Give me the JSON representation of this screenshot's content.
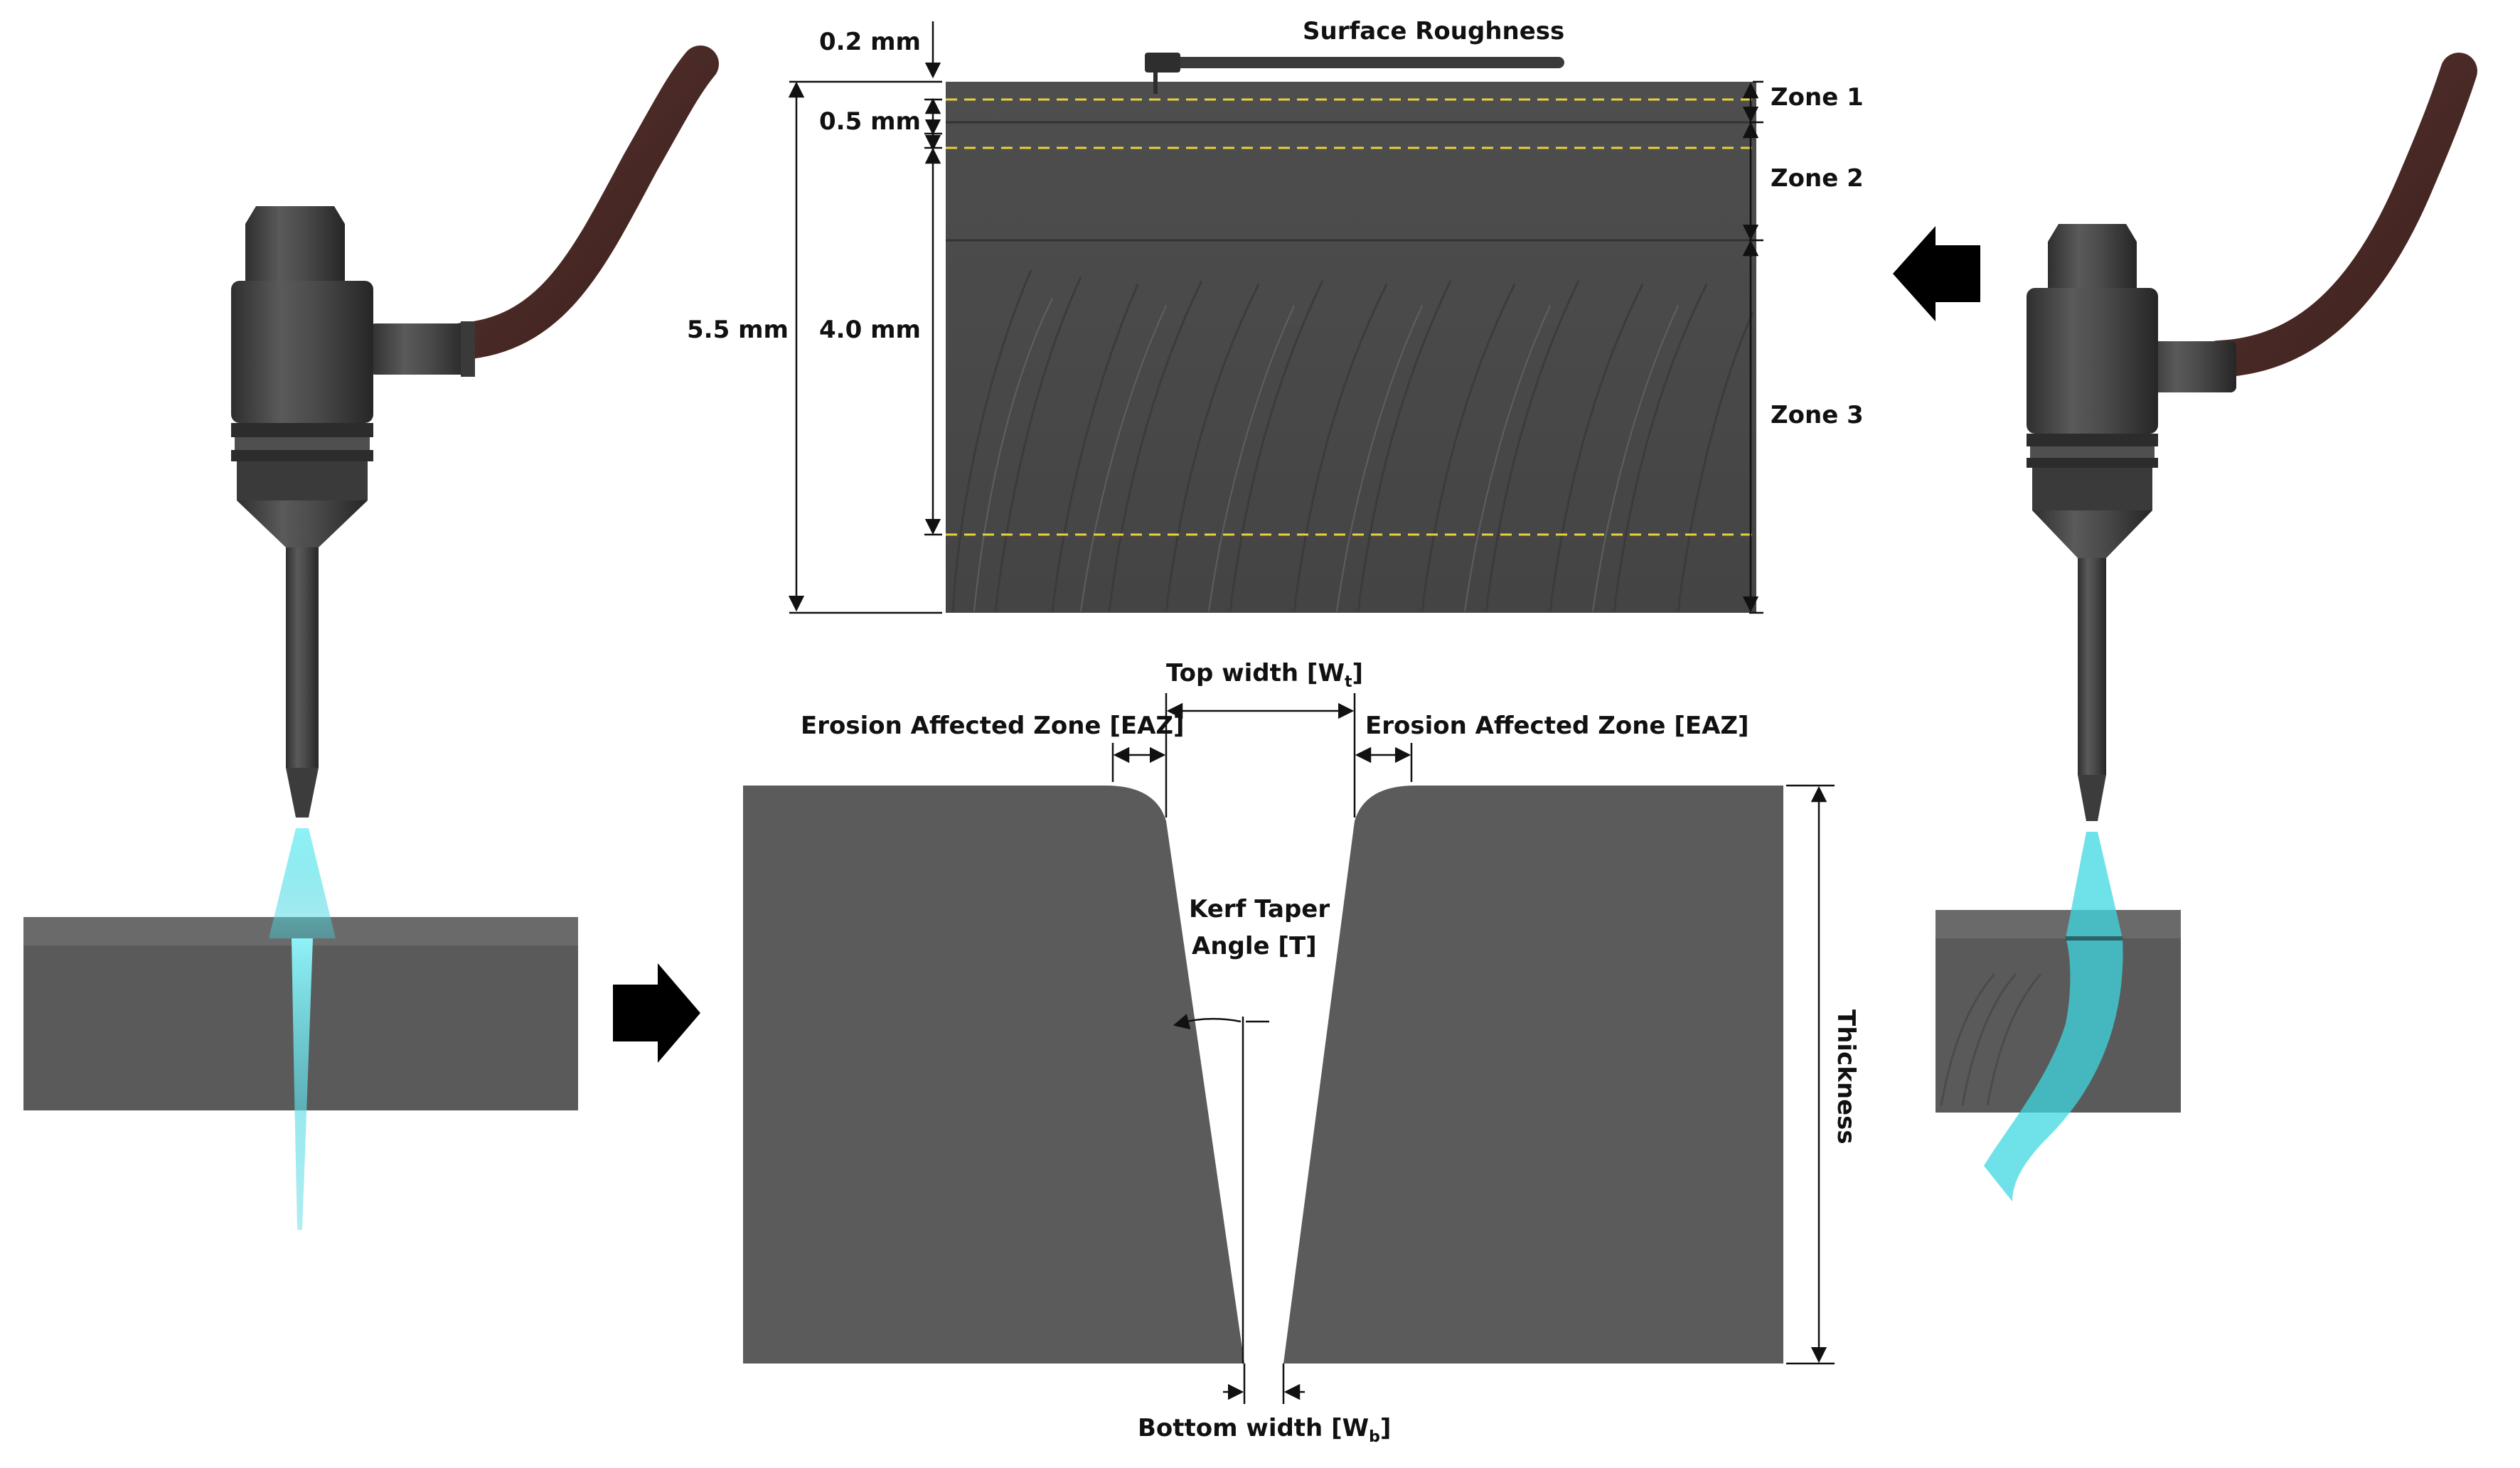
{
  "labels": {
    "surface_roughness": "Surface Roughness",
    "dim_0_2": "0.2 mm",
    "dim_0_5": "0.5 mm",
    "dim_5_5": "5.5 mm",
    "dim_4_0": "4.0 mm",
    "zone1": "Zone 1",
    "zone2": "Zone 2",
    "zone3": "Zone 3",
    "top_width": "Top width [W",
    "top_width_sub": "t",
    "eaz_left": "Erosion Affected Zone [EAZ]",
    "eaz_right": "Erosion Affected Zone [EAZ]",
    "kerf_line1": "Kerf Taper",
    "kerf_line2": "Angle [T]",
    "thickness": "Thickness",
    "bottom_width": "Bottom width [W",
    "bottom_width_sub": "b"
  },
  "colors": {
    "block": "#5b5b5b",
    "block_top": "#6a6a6a",
    "block_dark": "#3f3f3f",
    "cut_surface": "#4b4b4b",
    "dashed_zone_line": "#e8d23a",
    "water_jet": "#5fe3ec",
    "hose": "#4a2a26",
    "nozzle_metal": "#454545",
    "arrow": "#000000"
  },
  "icons": {
    "left_nozzle": "waterjet-nozzle-icon",
    "right_nozzle": "waterjet-nozzle-icon",
    "right_arrow": "arrow-right-icon",
    "left_arrow": "arrow-left-icon"
  }
}
